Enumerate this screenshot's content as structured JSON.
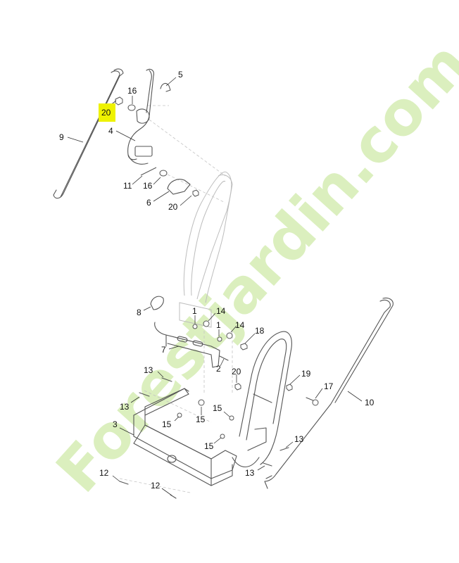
{
  "highlight_color": "#eef200",
  "watermark": {
    "text": "Forestjardin.com",
    "color_primary": "#cfe9a8",
    "color_accent": "#f6c98d",
    "color_suffix": "#d9d2c9"
  },
  "callouts": [
    {
      "id": "c5a",
      "label": "5"
    },
    {
      "id": "c16a",
      "label": "16"
    },
    {
      "id": "c20a",
      "label": "20",
      "highlighted": true
    },
    {
      "id": "c4",
      "label": "4"
    },
    {
      "id": "c9",
      "label": "9"
    },
    {
      "id": "c11",
      "label": "11"
    },
    {
      "id": "c16b",
      "label": "16"
    },
    {
      "id": "c6",
      "label": "6"
    },
    {
      "id": "c20b",
      "label": "20"
    },
    {
      "id": "c8",
      "label": "8"
    },
    {
      "id": "c1a",
      "label": "1"
    },
    {
      "id": "c14a",
      "label": "14"
    },
    {
      "id": "c1b",
      "label": "1"
    },
    {
      "id": "c14b",
      "label": "14"
    },
    {
      "id": "c18",
      "label": "18"
    },
    {
      "id": "c7",
      "label": "7"
    },
    {
      "id": "c2",
      "label": "2"
    },
    {
      "id": "c20c",
      "label": "20"
    },
    {
      "id": "c19",
      "label": "19"
    },
    {
      "id": "c17",
      "label": "17"
    },
    {
      "id": "c10",
      "label": "10"
    },
    {
      "id": "c13a",
      "label": "13"
    },
    {
      "id": "c13b",
      "label": "13"
    },
    {
      "id": "c15a",
      "label": "15"
    },
    {
      "id": "c15b",
      "label": "15"
    },
    {
      "id": "c15c",
      "label": "15"
    },
    {
      "id": "c15d",
      "label": "15"
    },
    {
      "id": "c3",
      "label": "3"
    },
    {
      "id": "c13c",
      "label": "13"
    },
    {
      "id": "c13d",
      "label": "13"
    },
    {
      "id": "c12a",
      "label": "12"
    },
    {
      "id": "c12b",
      "label": "12"
    }
  ]
}
